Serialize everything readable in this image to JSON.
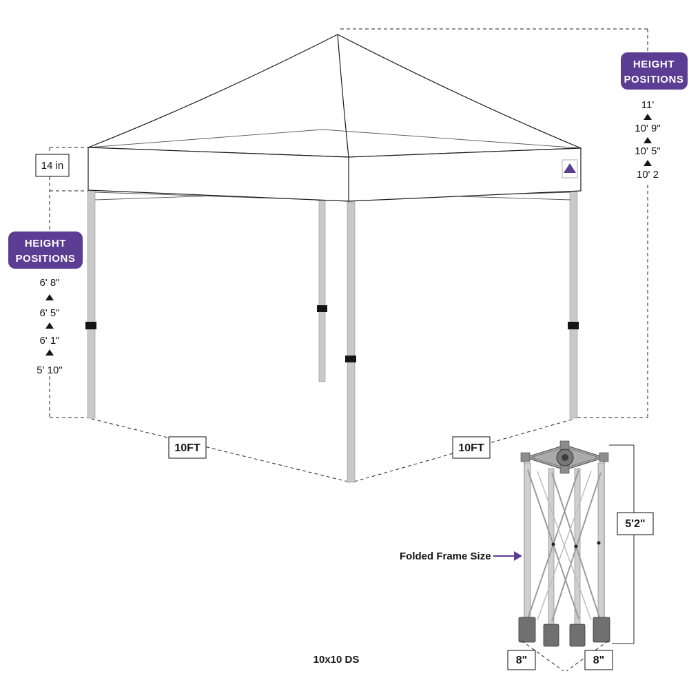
{
  "title": "10x10 DS",
  "colors": {
    "purple": "#5c3d94",
    "leg_gray": "#c9c9c9"
  },
  "badge": {
    "line1": "HEIGHT",
    "line2": "POSITIONS"
  },
  "valance": {
    "label": "14 in"
  },
  "left_heights": {
    "values": [
      "6' 8\"",
      "6' 5\"",
      "6' 1\"",
      "5' 10\""
    ]
  },
  "right_heights": {
    "values": [
      "11'",
      "10' 9\"",
      "10' 5\"",
      "10' 2"
    ]
  },
  "width_labels": {
    "left": "10FT",
    "right": "10FT"
  },
  "folded": {
    "label": "Folded Frame Size",
    "height": "5'2\"",
    "base_left": "8\"",
    "base_right": "8\""
  }
}
